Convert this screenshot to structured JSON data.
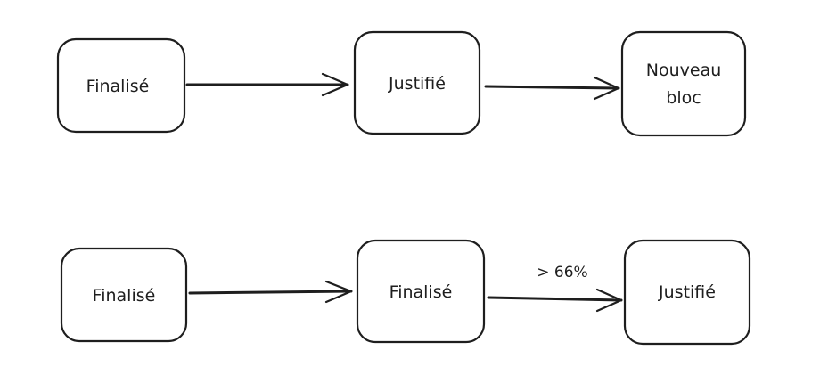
{
  "diagram": {
    "row1": {
      "nodes": [
        {
          "label_lines": [
            "Finalisé"
          ]
        },
        {
          "label_lines": [
            "Justifié"
          ]
        },
        {
          "label_lines": [
            "Nouveau",
            "bloc"
          ]
        }
      ],
      "edges": [
        {
          "label": ""
        },
        {
          "label": ""
        }
      ]
    },
    "row2": {
      "nodes": [
        {
          "label_lines": [
            "Finalisé"
          ]
        },
        {
          "label_lines": [
            "Finalisé"
          ]
        },
        {
          "label_lines": [
            "Justifié"
          ]
        }
      ],
      "edges": [
        {
          "label": ""
        },
        {
          "label": "> 66%"
        }
      ]
    }
  }
}
